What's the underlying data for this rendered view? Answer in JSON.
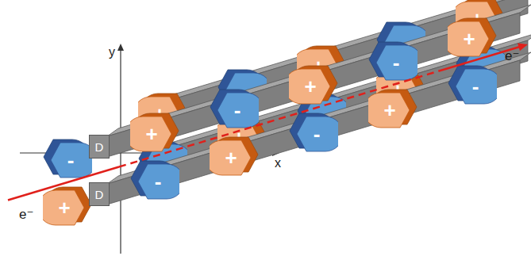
{
  "diagram": {
    "nodes": [
      {
        "text": [
          "+"
        ]
      },
      {
        "text": [
          "-"
        ]
      },
      {
        "text": [
          "+"
        ]
      },
      {
        "text": [
          "-"
        ]
      },
      {
        "text": [
          "+"
        ]
      },
      {
        "text": [
          "-"
        ]
      },
      {
        "text": [
          "+"
        ]
      },
      {
        "text": [
          "-"
        ]
      },
      {
        "text": [
          "+"
        ]
      },
      {
        "text": [
          "-"
        ]
      },
      {
        "text": [
          "+"
        ]
      },
      {
        "text": [
          "D"
        ]
      },
      {
        "text": [
          "-"
        ]
      },
      {
        "text": [
          "+"
        ]
      },
      {
        "text": [
          "-"
        ]
      },
      {
        "text": [
          "+"
        ]
      },
      {
        "text": [
          "-"
        ]
      },
      {
        "text": [
          "+"
        ]
      },
      {
        "text": [
          "-"
        ]
      },
      {
        "text": [
          "+"
        ]
      },
      {
        "text": [
          "-"
        ]
      },
      {
        "text": [
          "+"
        ]
      },
      {
        "text": [
          "-"
        ]
      },
      {
        "text": [
          "D"
        ]
      }
    ],
    "labels": [
      "y",
      "x",
      "e⁻",
      "e⁻"
    ]
  }
}
